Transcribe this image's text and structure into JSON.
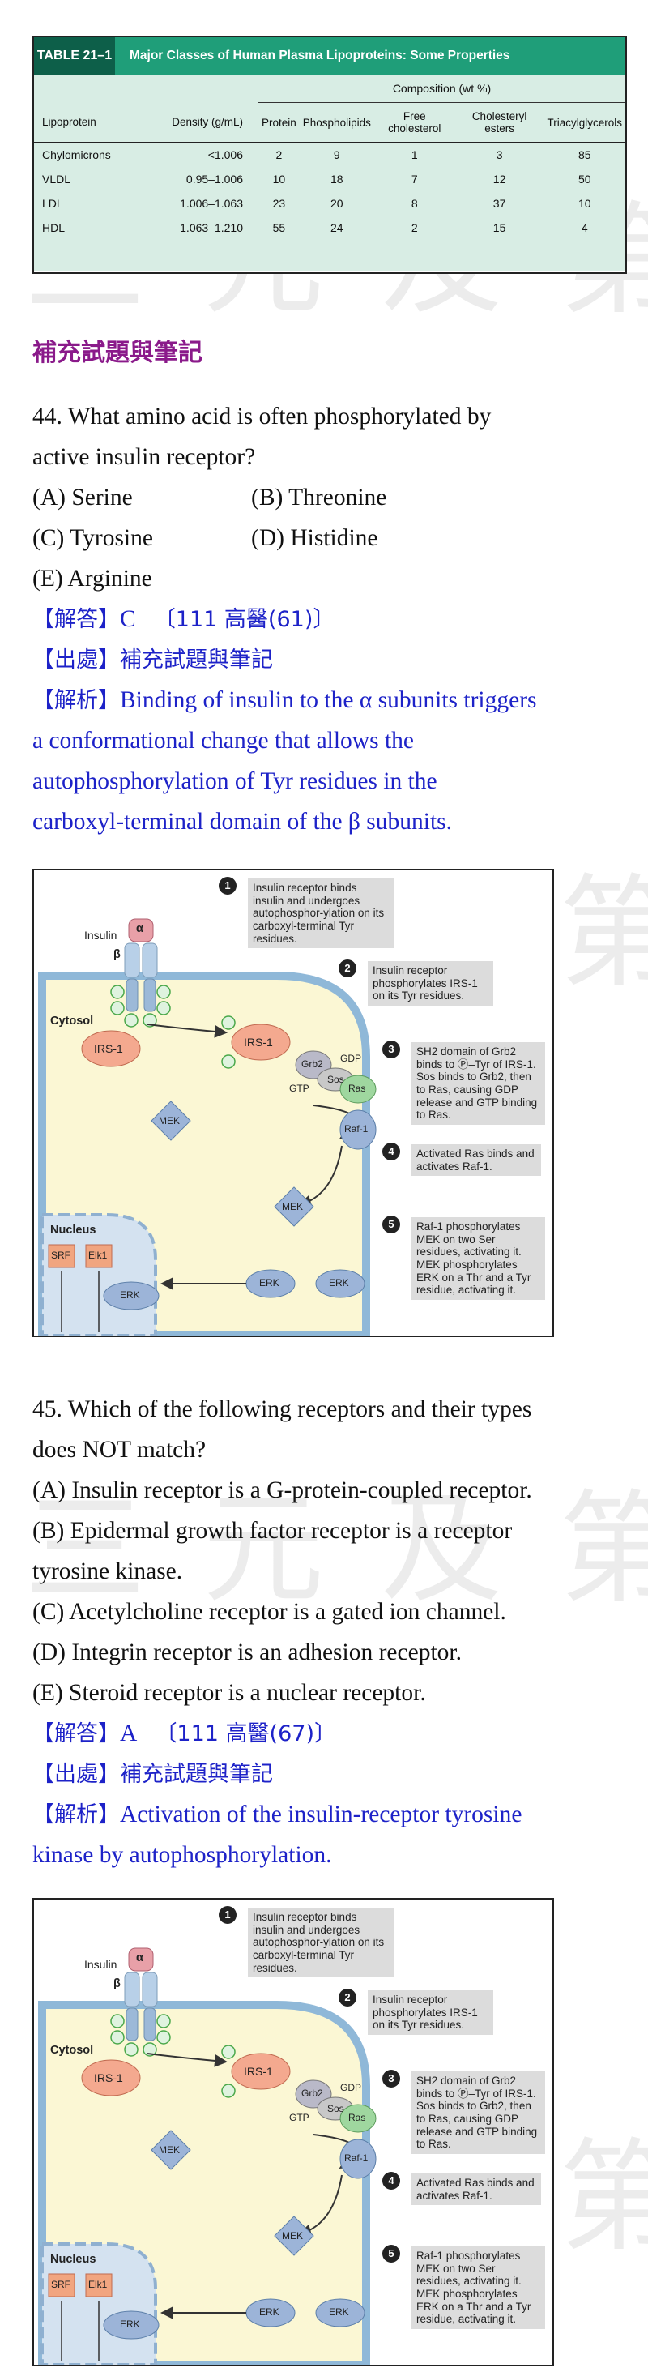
{
  "watermark": "三元及第",
  "table": {
    "number": "TABLE 21–1",
    "title": "Major Classes of Human Plasma Lipoproteins: Some Properties",
    "composition_header": "Composition (wt %)",
    "columns": [
      "Lipoprotein",
      "Density (g/mL)",
      "Protein",
      "Phospholipids",
      "Free cholesterol",
      "Cholesteryl esters",
      "Triacylglycerols"
    ],
    "rows": [
      [
        "Chylomicrons",
        "<1.006",
        "2",
        "9",
        "1",
        "3",
        "85"
      ],
      [
        "VLDL",
        "0.95–1.006",
        "10",
        "18",
        "7",
        "12",
        "50"
      ],
      [
        "LDL",
        "1.006–1.063",
        "23",
        "20",
        "8",
        "37",
        "10"
      ],
      [
        "HDL",
        "1.063–1.210",
        "55",
        "24",
        "2",
        "15",
        "4"
      ]
    ]
  },
  "section_title": "補充試題與筆記",
  "q44": {
    "line1": "44. What amino acid is often phosphorylated by",
    "line2": "active insulin receptor?",
    "optA": "(A) Serine",
    "optB": "(B) Threonine",
    "optC": "(C) Tyrosine",
    "optD": "(D) Histidine",
    "optE": "(E) Arginine",
    "answer_tag": "【解答】",
    "answer": "C",
    "answer_ref": "〔111 高醫(61)〕",
    "source_tag": "【出處】",
    "source": "補充試題與筆記",
    "explain_tag": "【解析】",
    "explain1": "Binding of insulin to the α subunits triggers",
    "explain2": "a conformational change that allows the",
    "explain3": "autophosphorylation of Tyr residues in the",
    "explain4": "carboxyl-terminal domain of the β subunits."
  },
  "q45": {
    "line1": "45. Which of the following receptors and their types",
    "line2": "does NOT match?",
    "optA": "(A) Insulin receptor is a G-protein-coupled receptor.",
    "optB1": "(B) Epidermal growth factor receptor is a receptor",
    "optB2": "tyrosine kinase.",
    "optC": "(C) Acetylcholine receptor is a gated ion channel.",
    "optD": "(D) Integrin receptor is an adhesion receptor.",
    "optE": "(E) Steroid receptor is a nuclear receptor.",
    "answer_tag": "【解答】",
    "answer": "A",
    "answer_ref": "〔111 高醫(67)〕",
    "source_tag": "【出處】",
    "source": "補充試題與筆記",
    "explain_tag": "【解析】",
    "explain1": "Activation of the insulin-receptor tyrosine",
    "explain2": "kinase by autophosphorylation."
  },
  "figure": {
    "labels": {
      "insulin": "Insulin",
      "alpha": "α",
      "beta": "β",
      "cytosol": "Cytosol",
      "nucleus": "Nucleus",
      "irs1": "IRS-1",
      "grb2": "Grb2",
      "sos": "Sos",
      "ras": "Ras",
      "gdp": "GDP",
      "gtp": "GTP",
      "raf1": "Raf-1",
      "mek": "MEK",
      "erk": "ERK",
      "srf": "SRF",
      "elk1": "Elk1",
      "p": "P"
    },
    "steps": [
      {
        "num": "1",
        "text": "Insulin receptor binds insulin and undergoes autophosphor-ylation on its carboxyl-terminal Tyr residues."
      },
      {
        "num": "2",
        "text": "Insulin receptor phosphorylates IRS-1 on its Tyr residues."
      },
      {
        "num": "3",
        "text": "SH2 domain of Grb2 binds to Ⓟ–Tyr of IRS-1. Sos binds to Grb2, then to Ras, causing GDP release and GTP binding to Ras."
      },
      {
        "num": "4",
        "text": "Activated Ras binds and activates Raf-1."
      },
      {
        "num": "5",
        "text": "Raf-1 phosphorylates MEK on two Ser residues, activating it. MEK phosphorylates ERK on a Thr and a Tyr residue, activating it."
      }
    ]
  }
}
